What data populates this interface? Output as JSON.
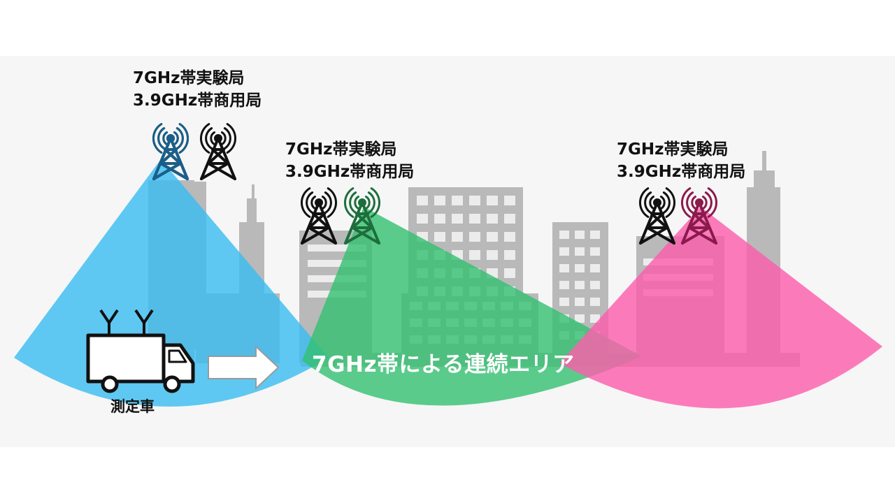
{
  "stations": [
    {
      "line1": "7GHz帯実験局",
      "line2": "3.9GHz帯商用局",
      "beam_color": "#3cbdf0"
    },
    {
      "line1": "7GHz帯実験局",
      "line2": "3.9GHz帯商用局",
      "beam_color": "#33c071"
    },
    {
      "line1": "7GHz帯実験局",
      "line2": "3.9GHz帯商用局",
      "beam_color": "#fb5fac"
    }
  ],
  "area_label": "7GHz帯による連続エリア",
  "vehicle_label": "測定車",
  "colors": {
    "building": "#b9b9b9",
    "window": "#ececec",
    "antenna_outline": "#111111",
    "background": "#f6f6f6"
  },
  "icons": [
    "tower-icon",
    "signal-waves-icon",
    "truck-icon",
    "right-arrow-icon"
  ]
}
